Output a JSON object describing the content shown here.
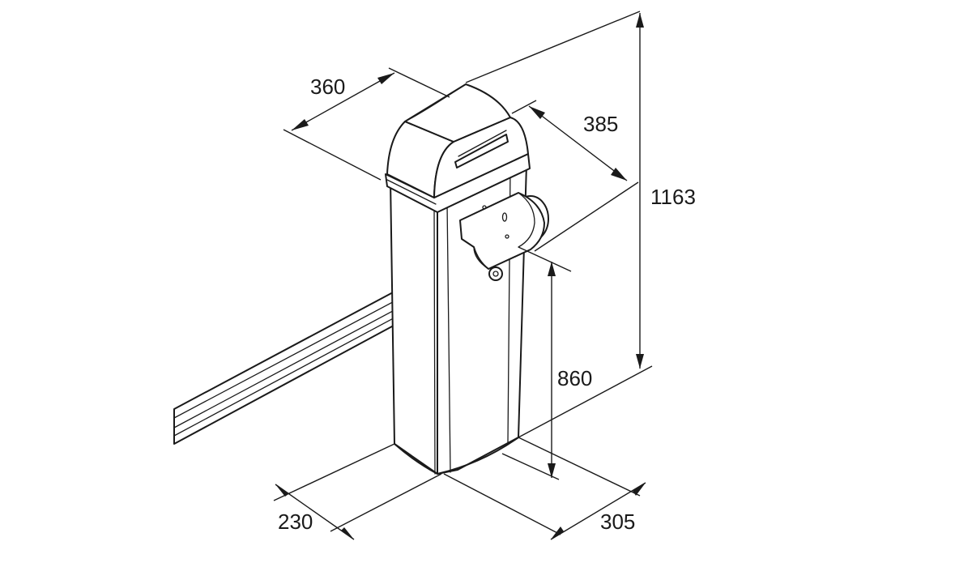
{
  "dimensions": {
    "top_width": "360",
    "top_depth": "385",
    "total_height": "1163",
    "boom_height": "860",
    "base_width": "230",
    "base_depth": "305"
  }
}
